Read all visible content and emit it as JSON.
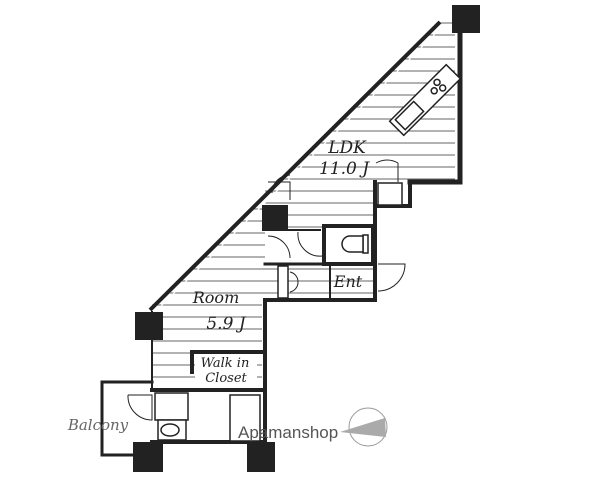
{
  "floorplan": {
    "rooms": [
      {
        "name": "LDK",
        "size": "11.0 J"
      },
      {
        "name": "Room",
        "size": "5.9 J"
      },
      {
        "name": "Walk in",
        "name2": "Closet"
      },
      {
        "name": "Ent"
      },
      {
        "name": "Balcony"
      }
    ],
    "watermark": "Apamanshop"
  }
}
